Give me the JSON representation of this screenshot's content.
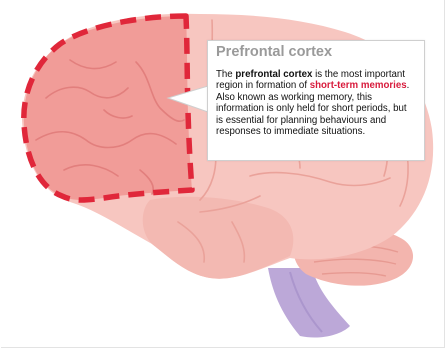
{
  "callout": {
    "title": "Prefrontal cortex",
    "text_1": "The ",
    "term": "prefrontal cortex",
    "text_2": " is the most important region in formation of ",
    "highlight": "short-term memories",
    "text_3": ". Also known as working memory, this information is only held for short periods, but is essential for planning behaviours and responses to immediate situations."
  },
  "colors": {
    "brain_fill": "#f7c6c0",
    "brain_fill_dark": "#efa9a1",
    "prefrontal_fill": "#f19c98",
    "outline_dashes": "#e0273a",
    "brainstem": "#b8a3d6",
    "highlight_text": "#d81b3c",
    "title_text": "#9a9a9a"
  }
}
